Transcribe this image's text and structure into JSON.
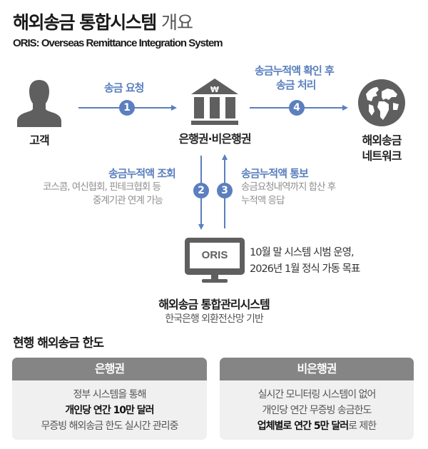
{
  "header": {
    "title_bold": "해외송금 통합시스템",
    "title_light": "개요",
    "subtitle": "ORIS: Overseas Remittance Integration System"
  },
  "nodes": {
    "customer": "고객",
    "bank_line1": "은행권·비은행권",
    "network_line1": "해외송금",
    "network_line2": "네트워크",
    "system_title": "해외송금 통합관리시스템",
    "system_sub": "한국은행 외환전산망 기반",
    "monitor_label": "ORIS"
  },
  "steps": [
    {
      "num": "1",
      "title": "송금 요청"
    },
    {
      "num": "2",
      "title": "송금누적액 조회",
      "desc_line1": "코스콤, 여신협회, 핀테크협회 등",
      "desc_line2": "중계기관 연계 가능"
    },
    {
      "num": "3",
      "title": "송금누적액 통보",
      "desc_line1": "송금요청내역까지 합산 후",
      "desc_line2": "누적액 응답"
    },
    {
      "num": "4",
      "title_line1": "송금누적액 확인 후",
      "title_line2": "송금 처리"
    }
  ],
  "schedule_note": {
    "line1": "10월 말 시스템 시범 운영,",
    "line2": "2026년 1월 정식 가동 목표"
  },
  "limits": {
    "section_title": "현행 해외송금 한도",
    "cards": [
      {
        "header": "은행권",
        "line1": "정부 시스템을 통해",
        "line2_bold": "개인당 연간 10만 달러",
        "line3": "무증빙 해외송금 한도 실시간 관리중"
      },
      {
        "header": "비은행권",
        "line1": "실시간 모니터링 시스템이 없어",
        "line2": "개인당 연간 무증빙 송금한도",
        "line3_bold": "업체별로 연간 5만 달러",
        "line3_rest": "로 제한"
      }
    ]
  },
  "colors": {
    "accent_blue": "#5b7fbf",
    "icon_gray": "#5f5f5f",
    "card_header": "#858585",
    "card_body": "#f0f0f0"
  }
}
